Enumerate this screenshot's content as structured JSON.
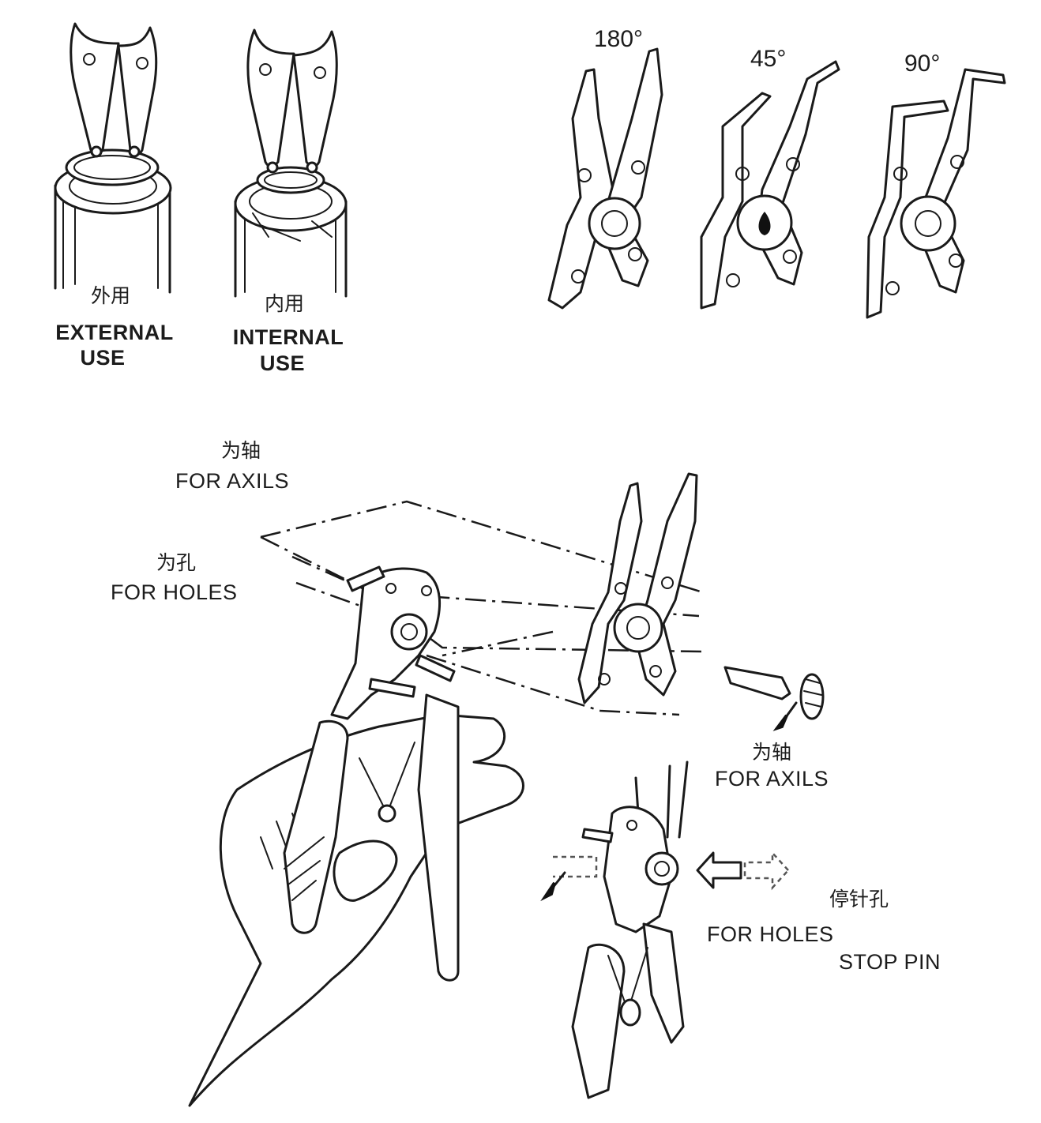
{
  "usage": {
    "external": {
      "cn": "外用",
      "en_line1": "EXTERNAL",
      "en_line2": "USE"
    },
    "internal": {
      "cn": "内用",
      "en_line1": "INTERNAL",
      "en_line2": "USE"
    }
  },
  "angles": [
    "180°",
    "45°",
    "90°"
  ],
  "assembly": {
    "for_axils_top": {
      "cn": "为轴",
      "en": "FOR AXILS"
    },
    "for_holes": {
      "cn": "为孔",
      "en": "FOR HOLES"
    },
    "for_axils_side": {
      "cn": "为轴",
      "en": "FOR AXILS"
    },
    "stop_pin": {
      "cn": "停针孔",
      "en_line1": "FOR HOLES",
      "en_line2": "STOP PIN"
    }
  },
  "icons": [
    "external-circlip-illustration",
    "internal-circlip-illustration",
    "tip-180-icon",
    "tip-45-icon",
    "tip-90-icon",
    "pliers-in-hand-illustration",
    "tip-assembly-illustration",
    "stop-pin-illustration"
  ]
}
